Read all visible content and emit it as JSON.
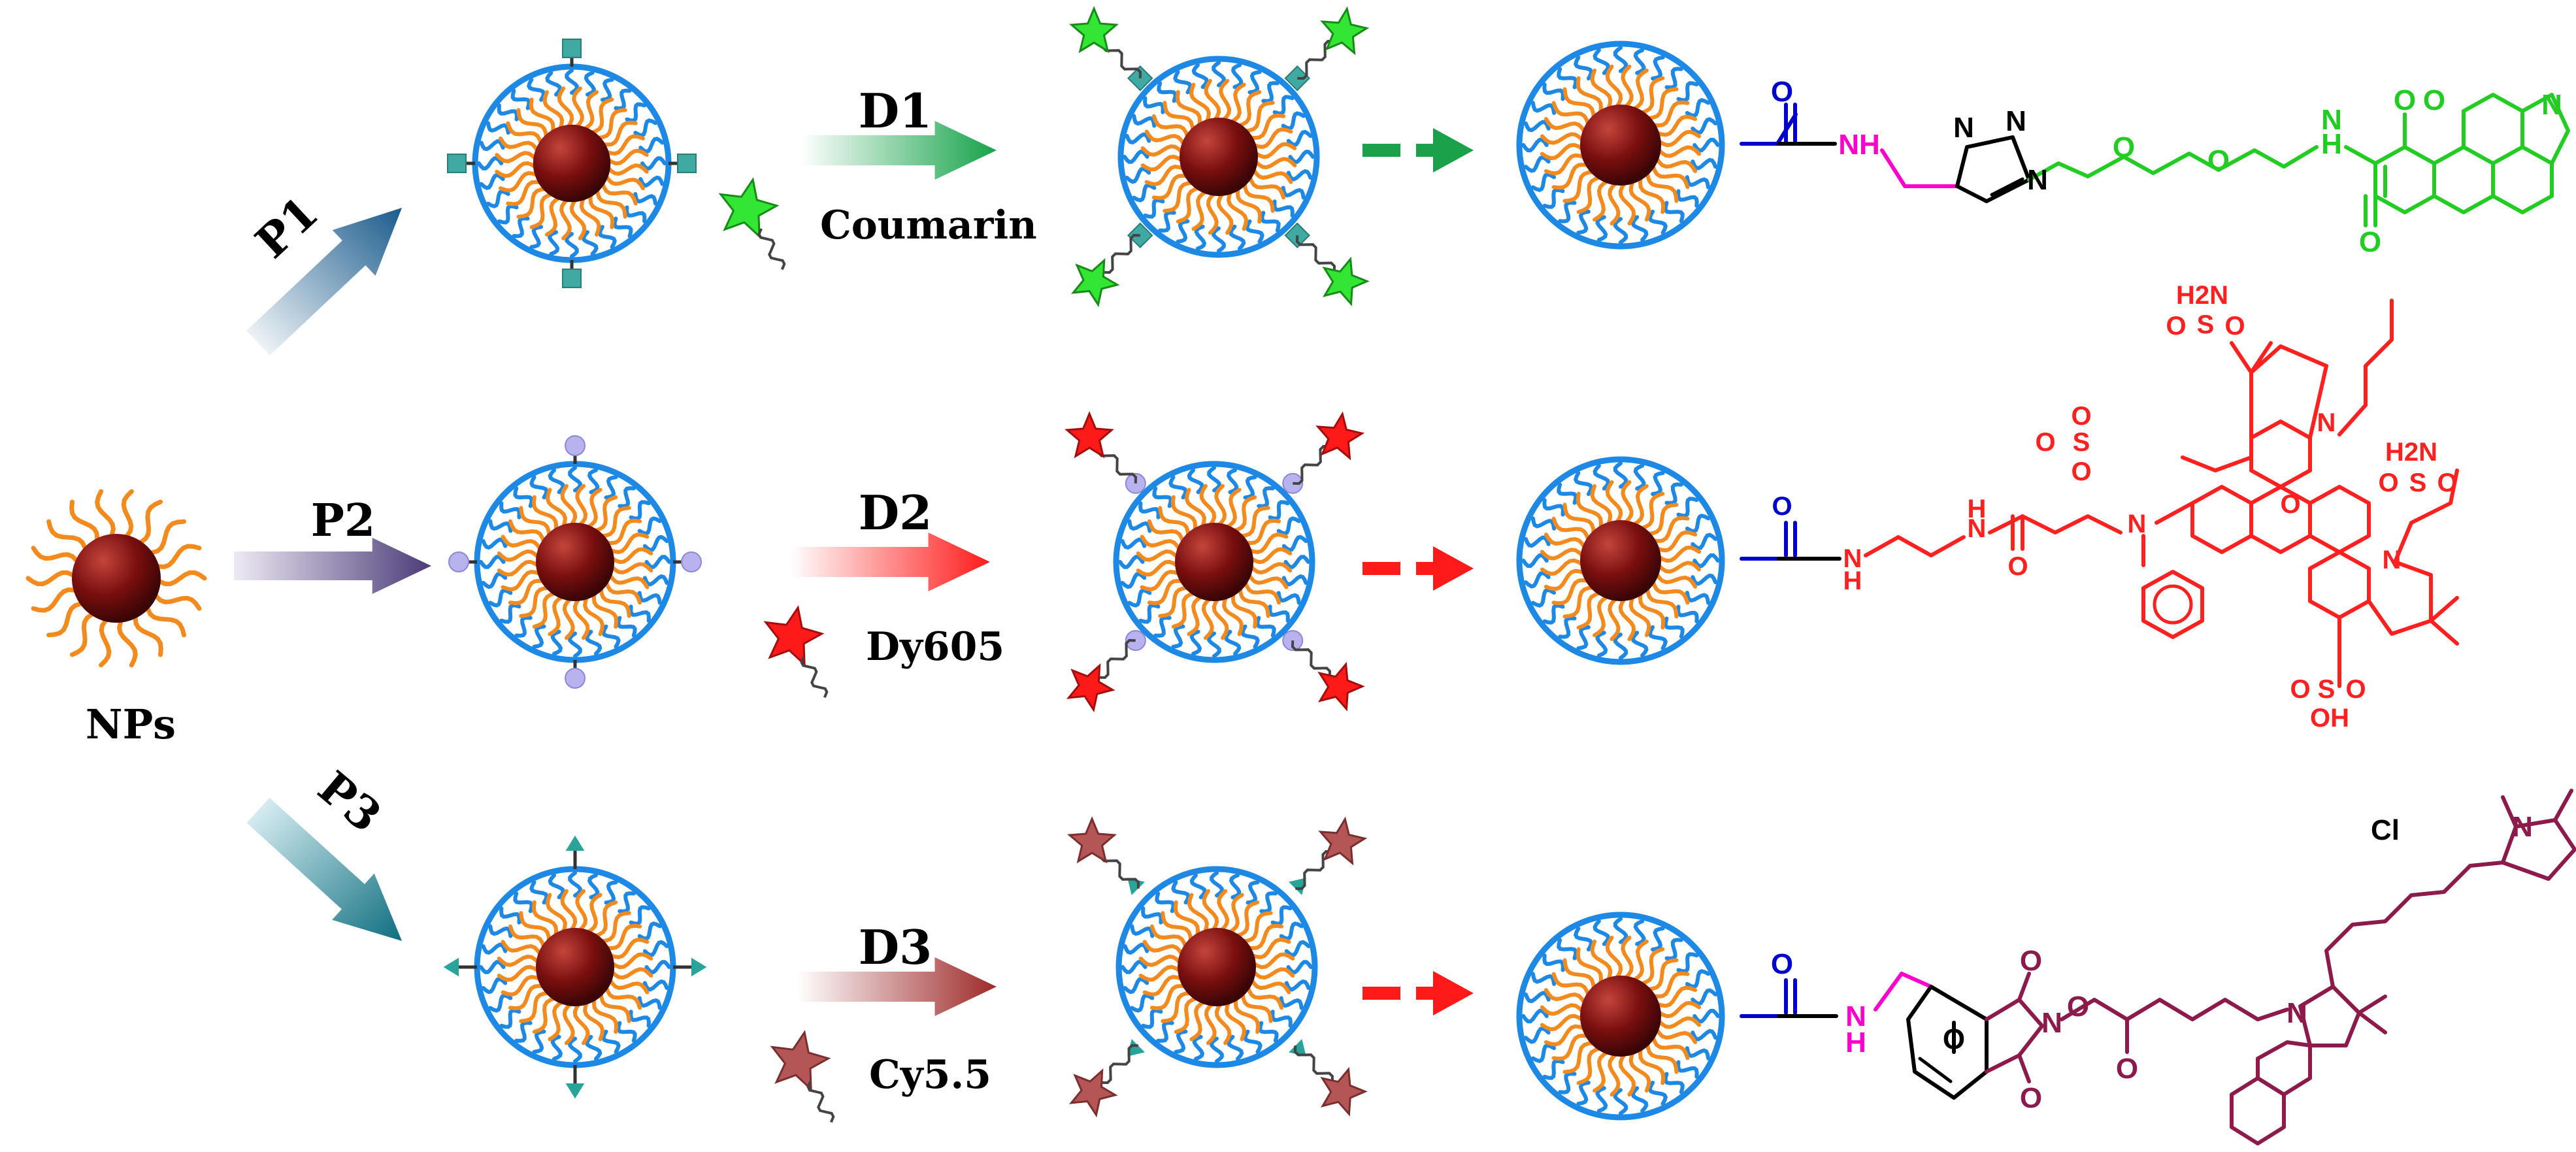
{
  "labels": {
    "nps": "NPs",
    "p1": "P1",
    "p2": "P2",
    "p3": "P3",
    "d1": "D1",
    "d2": "D2",
    "d3": "D3",
    "dye1": "Coumarin",
    "dye2": "Dy605",
    "dye3": "Cy5.5"
  },
  "chem": {
    "carbonyl_o": "O",
    "nh": "NH",
    "n": "N",
    "h": "H",
    "o": "O",
    "s": "S",
    "h2n": "H2N",
    "oh": "OH",
    "o_minus": "O",
    "o_plus": "O",
    "cl": "Cl"
  },
  "colors": {
    "core": "#7a0f0f",
    "ligand": "#f28a1e",
    "shell": "#1e88e5",
    "linker_blue": "#0000cc",
    "linker_pink": "#ff00cc",
    "green": "#22cc22",
    "red": "#ff2020",
    "maroon": "#8c1a4a",
    "cube": "#3fa9a2",
    "bead": "#b8b3ee",
    "cone": "#2aa39a"
  },
  "icons": [
    "nanoparticle-icon",
    "star-dye-icon",
    "arrow-icon",
    "dashed-arrow-icon"
  ]
}
